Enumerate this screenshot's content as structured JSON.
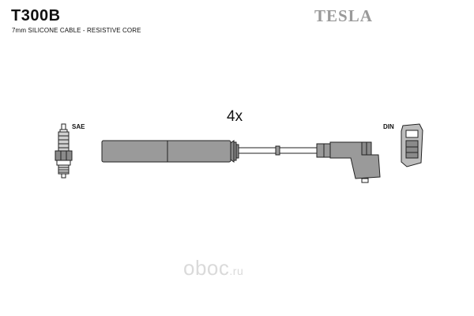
{
  "header": {
    "part_code": "T300B",
    "brand": "TESLA",
    "subtitle": "7mm SILICONE CABLE - RESISTIVE CORE"
  },
  "diagram": {
    "quantity": "4x",
    "left_connector_label": "SAE",
    "right_connector_label": "DIN"
  },
  "watermark": {
    "name": "oboc",
    "tld": ".ru"
  },
  "colors": {
    "line": "#222222",
    "fill": "#999999",
    "fill_dark": "#7a7a7a",
    "brand": "#9a9a9a",
    "watermark": "#dadada"
  }
}
